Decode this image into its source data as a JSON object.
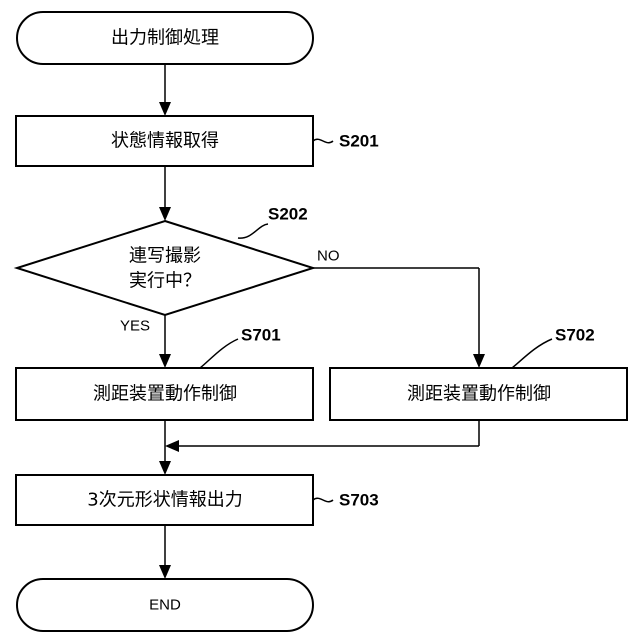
{
  "nodes": {
    "start": {
      "label": "出力制御処理"
    },
    "acquire": {
      "label": "状態情報取得",
      "step": "S201"
    },
    "decision": {
      "label_line1": "連写撮影",
      "label_line2": "実行中？",
      "step": "S202"
    },
    "control_left": {
      "label": "測距装置動作制御",
      "step": "S701"
    },
    "control_right": {
      "label": "測距装置動作制御",
      "step": "S702"
    },
    "output": {
      "label": "3次元形状情報出力",
      "step": "S703"
    },
    "end": {
      "label": "END"
    }
  },
  "branches": {
    "yes": "YES",
    "no": "NO"
  }
}
